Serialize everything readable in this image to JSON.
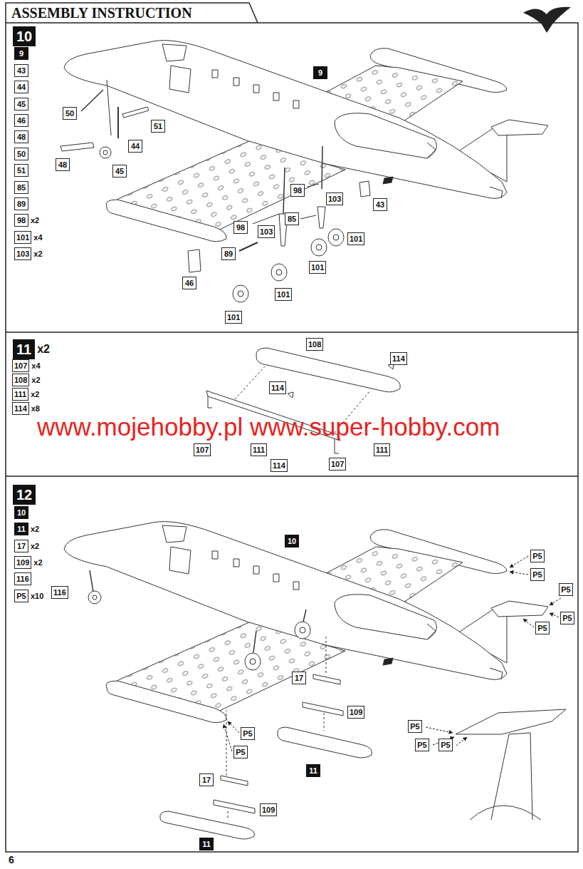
{
  "diagram": {
    "title": "ASSEMBLY INSTRUCTION",
    "nodes": [
      {
        "text": [
          "10"
        ]
      },
      {
        "text": [
          "9"
        ]
      },
      {
        "text": [
          "43"
        ]
      },
      {
        "text": [
          "44"
        ]
      },
      {
        "text": [
          "45"
        ]
      },
      {
        "text": [
          "46"
        ]
      },
      {
        "text": [
          "48"
        ]
      },
      {
        "text": [
          "50"
        ]
      },
      {
        "text": [
          "51"
        ]
      },
      {
        "text": [
          "85"
        ]
      },
      {
        "text": [
          "89"
        ]
      },
      {
        "text": [
          "98"
        ]
      },
      {
        "text": [
          "101"
        ]
      },
      {
        "text": [
          "103"
        ]
      },
      {
        "text": [
          "9"
        ]
      },
      {
        "text": [
          "50"
        ]
      },
      {
        "text": [
          "51"
        ]
      },
      {
        "text": [
          "44"
        ]
      },
      {
        "text": [
          "48"
        ]
      },
      {
        "text": [
          "45"
        ]
      },
      {
        "text": [
          "98"
        ]
      },
      {
        "text": [
          "103"
        ]
      },
      {
        "text": [
          "43"
        ]
      },
      {
        "text": [
          "85"
        ]
      },
      {
        "text": [
          "98"
        ]
      },
      {
        "text": [
          "103"
        ]
      },
      {
        "text": [
          "101"
        ]
      },
      {
        "text": [
          "89"
        ]
      },
      {
        "text": [
          "101"
        ]
      },
      {
        "text": [
          "46"
        ]
      },
      {
        "text": [
          "101"
        ]
      },
      {
        "text": [
          "101"
        ]
      },
      {
        "text": [
          "11"
        ]
      },
      {
        "text": [
          "107"
        ]
      },
      {
        "text": [
          "108"
        ]
      },
      {
        "text": [
          "111"
        ]
      },
      {
        "text": [
          "114"
        ]
      },
      {
        "text": [
          "108"
        ]
      },
      {
        "text": [
          "114"
        ]
      },
      {
        "text": [
          "114"
        ]
      },
      {
        "text": [
          "107"
        ]
      },
      {
        "text": [
          "111"
        ]
      },
      {
        "text": [
          "111"
        ]
      },
      {
        "text": [
          "114"
        ]
      },
      {
        "text": [
          "107"
        ]
      },
      {
        "text": [
          "12"
        ]
      },
      {
        "text": [
          "10"
        ]
      },
      {
        "text": [
          "11"
        ]
      },
      {
        "text": [
          "17"
        ]
      },
      {
        "text": [
          "109"
        ]
      },
      {
        "text": [
          "116"
        ]
      },
      {
        "text": [
          "P5"
        ]
      },
      {
        "text": [
          "10"
        ]
      },
      {
        "text": [
          "P5"
        ]
      },
      {
        "text": [
          "P5"
        ]
      },
      {
        "text": [
          "P5"
        ]
      },
      {
        "text": [
          "116"
        ]
      },
      {
        "text": [
          "P5"
        ]
      },
      {
        "text": [
          "P5"
        ]
      },
      {
        "text": [
          "P5"
        ]
      },
      {
        "text": [
          "P5"
        ]
      },
      {
        "text": [
          "17"
        ]
      },
      {
        "text": [
          "109"
        ]
      },
      {
        "text": [
          "P5"
        ]
      },
      {
        "text": [
          "P5"
        ]
      },
      {
        "text": [
          "P5"
        ]
      },
      {
        "text": [
          "11"
        ]
      },
      {
        "text": [
          "17"
        ]
      },
      {
        "text": [
          "109"
        ]
      },
      {
        "text": [
          "11"
        ]
      }
    ],
    "labels": [
      "x2",
      "x4",
      "x2",
      "x2",
      "x4",
      "x2",
      "x2",
      "x8",
      "x2",
      "x2",
      "x2",
      "x10",
      "www.mojehobby.pl www.super-hobby.com",
      "6"
    ]
  }
}
